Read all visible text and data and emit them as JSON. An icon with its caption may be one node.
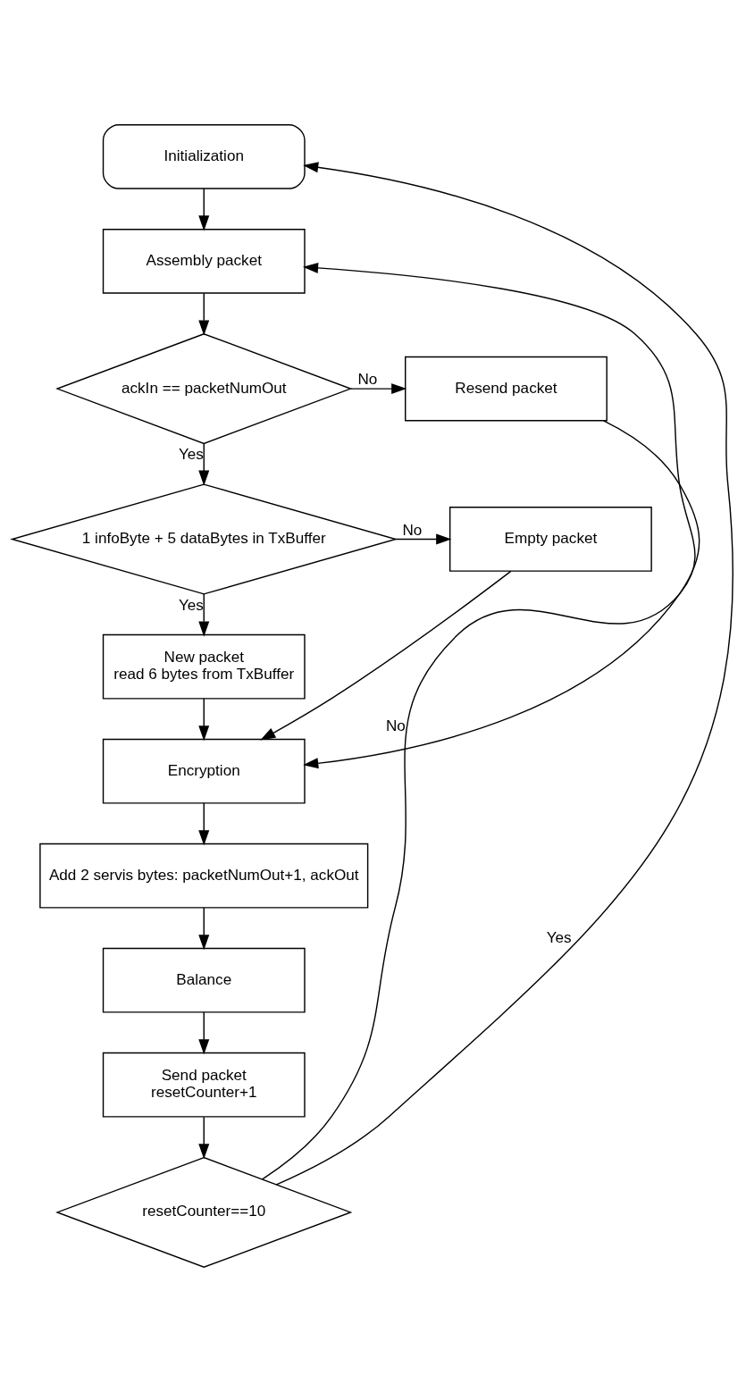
{
  "diagram": {
    "nodes": [
      {
        "text": [
          "Initialization"
        ]
      },
      {
        "text": [
          "Assembly packet"
        ]
      },
      {
        "text": [
          "ackIn == packetNumOut"
        ]
      },
      {
        "text": [
          "Resend packet"
        ]
      },
      {
        "text": [
          "1 infoByte + 5 dataBytes in TxBuffer"
        ]
      },
      {
        "text": [
          "Empty packet"
        ]
      },
      {
        "text": [
          "New packet",
          "read 6 bytes from TxBuffer"
        ]
      },
      {
        "text": [
          "Encryption"
        ]
      },
      {
        "text": [
          "Add 2 servis bytes: packetNumOut+1, ackOut"
        ]
      },
      {
        "text": [
          "Balance"
        ]
      },
      {
        "text": [
          "Send packet",
          "resetCounter+1"
        ]
      },
      {
        "text": [
          "resetCounter==10"
        ]
      }
    ],
    "edges": [
      {
        "from": 0,
        "to": 1,
        "arrow": "to"
      },
      {
        "from": 1,
        "to": 2,
        "arrow": "to"
      },
      {
        "from": 2,
        "to": 3,
        "arrow": "to",
        "label": "No"
      },
      {
        "from": 2,
        "to": 4,
        "arrow": "to",
        "label": "Yes"
      },
      {
        "from": 4,
        "to": 5,
        "arrow": "to",
        "label": "No"
      },
      {
        "from": 4,
        "to": 6,
        "arrow": "to",
        "label": "Yes"
      },
      {
        "from": 6,
        "to": 7,
        "arrow": "to"
      },
      {
        "from": 3,
        "to": 7,
        "arrow": "to"
      },
      {
        "from": 5,
        "to": 7,
        "arrow": "to"
      },
      {
        "from": 7,
        "to": 8,
        "arrow": "to"
      },
      {
        "from": 8,
        "to": 9,
        "arrow": "to"
      },
      {
        "from": 9,
        "to": 10,
        "arrow": "to"
      },
      {
        "from": 10,
        "to": 11,
        "arrow": "to"
      },
      {
        "from": 11,
        "to": 1,
        "arrow": "to",
        "label": "No"
      },
      {
        "from": 11,
        "to": 0,
        "arrow": "to",
        "label": "Yes"
      }
    ]
  }
}
